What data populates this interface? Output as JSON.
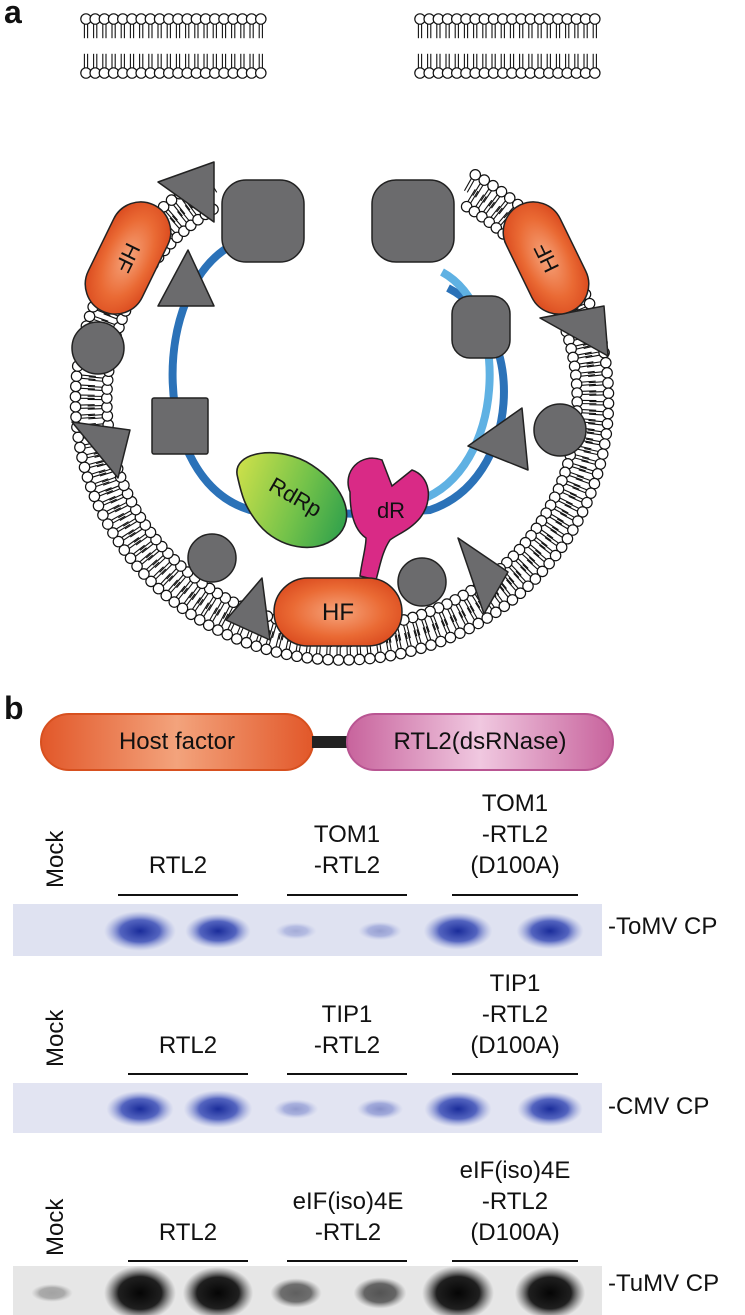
{
  "panel_a": {
    "label": "a",
    "proteins": {
      "rdrp": "RdRp",
      "dr": "dR",
      "hf_bottom": "HF",
      "hf_left": "HF",
      "hf_right": "HF"
    }
  },
  "panel_b": {
    "label": "b",
    "construct": {
      "left": "Host factor",
      "right": "RTL2(dsRNase)"
    },
    "colors": {
      "host_factor": "#e2582a",
      "rtl2": "#d47fb0",
      "linker": "#222222"
    },
    "blots": [
      {
        "mock": "Mock",
        "groups": [
          {
            "lines": [
              "RTL2"
            ]
          },
          {
            "lines": [
              "TOM1",
              "-RTL2"
            ]
          },
          {
            "lines": [
              "TOM1",
              "-RTL2",
              "(D100A)"
            ]
          }
        ],
        "band_label": "-ToMV CP",
        "bands": [
          0.0,
          1.0,
          0.8,
          0.05,
          0.12,
          0.9,
          0.85
        ],
        "style": "coomassie"
      },
      {
        "mock": "Mock",
        "groups": [
          {
            "lines": [
              "RTL2"
            ]
          },
          {
            "lines": [
              "TIP1",
              "-RTL2"
            ]
          },
          {
            "lines": [
              "TIP1",
              "-RTL2",
              "(D100A)"
            ]
          }
        ],
        "band_label": "-CMV CP",
        "bands": [
          0.0,
          0.85,
          0.9,
          0.15,
          0.2,
          0.85,
          0.8
        ],
        "style": "coomassie"
      },
      {
        "mock": "Mock",
        "groups": [
          {
            "lines": [
              "RTL2"
            ]
          },
          {
            "lines": [
              "eIF(iso)4E",
              "-RTL2"
            ]
          },
          {
            "lines": [
              "eIF(iso)4E",
              "-RTL2",
              "(D100A)"
            ]
          }
        ],
        "band_label": "-TuMV CP",
        "bands": [
          0.05,
          1.0,
          0.95,
          0.35,
          0.4,
          1.0,
          0.95
        ],
        "style": "western"
      }
    ]
  }
}
